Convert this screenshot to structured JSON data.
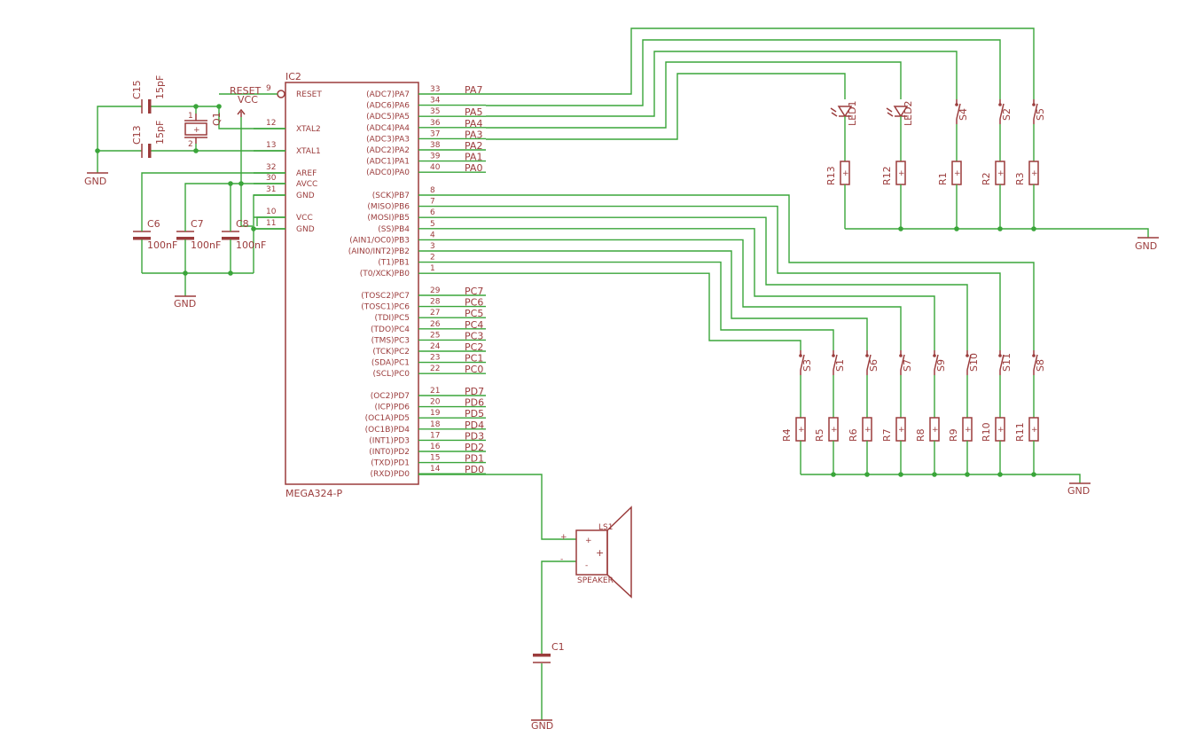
{
  "ic": {
    "name": "IC2",
    "part": "MEGA324-P",
    "left_pins": [
      {
        "num": "9",
        "name": "RESET"
      },
      {
        "num": "12",
        "name": "XTAL2"
      },
      {
        "num": "13",
        "name": "XTAL1"
      },
      {
        "num": "32",
        "name": "AREF"
      },
      {
        "num": "30",
        "name": "AVCC"
      },
      {
        "num": "31",
        "name": "GND"
      },
      {
        "num": "10",
        "name": "VCC"
      },
      {
        "num": "11",
        "name": "GND"
      }
    ],
    "right_pins": [
      {
        "num": "33",
        "name": "(ADC7)PA7",
        "net": "PA7"
      },
      {
        "num": "34",
        "name": "(ADC6)PA6",
        "net": ""
      },
      {
        "num": "35",
        "name": "(ADC5)PA5",
        "net": "PA5"
      },
      {
        "num": "36",
        "name": "(ADC4)PA4",
        "net": "PA4"
      },
      {
        "num": "37",
        "name": "(ADC3)PA3",
        "net": "PA3"
      },
      {
        "num": "38",
        "name": "(ADC2)PA2",
        "net": "PA2"
      },
      {
        "num": "39",
        "name": "(ADC1)PA1",
        "net": "PA1"
      },
      {
        "num": "40",
        "name": "(ADC0)PA0",
        "net": "PA0"
      },
      {
        "num": "8",
        "name": "(SCK)PB7",
        "net": ""
      },
      {
        "num": "7",
        "name": "(MISO)PB6",
        "net": ""
      },
      {
        "num": "6",
        "name": "(MOSI)PB5",
        "net": ""
      },
      {
        "num": "5",
        "name": "(SS)PB4",
        "net": ""
      },
      {
        "num": "4",
        "name": "(AIN1/OC0)PB3",
        "net": ""
      },
      {
        "num": "3",
        "name": "(AIN0/INT2)PB2",
        "net": ""
      },
      {
        "num": "2",
        "name": "(T1)PB1",
        "net": ""
      },
      {
        "num": "1",
        "name": "(T0/XCK)PB0",
        "net": ""
      },
      {
        "num": "29",
        "name": "(TOSC2)PC7",
        "net": "PC7"
      },
      {
        "num": "28",
        "name": "(TOSC1)PC6",
        "net": "PC6"
      },
      {
        "num": "27",
        "name": "(TDI)PC5",
        "net": "PC5"
      },
      {
        "num": "26",
        "name": "(TDO)PC4",
        "net": "PC4"
      },
      {
        "num": "25",
        "name": "(TMS)PC3",
        "net": "PC3"
      },
      {
        "num": "24",
        "name": "(TCK)PC2",
        "net": "PC2"
      },
      {
        "num": "23",
        "name": "(SDA)PC1",
        "net": "PC1"
      },
      {
        "num": "22",
        "name": "(SCL)PC0",
        "net": "PC0"
      },
      {
        "num": "21",
        "name": "(OC2)PD7",
        "net": "PD7"
      },
      {
        "num": "20",
        "name": "(ICP)PD6",
        "net": "PD6"
      },
      {
        "num": "19",
        "name": "(OC1A)PD5",
        "net": "PD5"
      },
      {
        "num": "18",
        "name": "(OC1B)PD4",
        "net": "PD4"
      },
      {
        "num": "17",
        "name": "(INT1)PD3",
        "net": "PD3"
      },
      {
        "num": "16",
        "name": "(INT0)PD2",
        "net": "PD2"
      },
      {
        "num": "15",
        "name": "(TXD)PD1",
        "net": "PD1"
      },
      {
        "num": "14",
        "name": "(RXD)PD0",
        "net": "PD0"
      }
    ]
  },
  "nets": {
    "reset": "RESET",
    "vcc": "VCC",
    "gnd": "GND"
  },
  "osc": {
    "c15": {
      "name": "C15",
      "value": "15pF"
    },
    "c13": {
      "name": "C13",
      "value": "15pF"
    },
    "q1": "Q1",
    "q1_pin1": "1",
    "q1_pin2": "2"
  },
  "decoupling": [
    {
      "name": "C6",
      "value": "100nF"
    },
    {
      "name": "C7",
      "value": "100nF"
    },
    {
      "name": "C8",
      "value": "100nF"
    }
  ],
  "port_a": [
    {
      "top": "LED1",
      "bottom": "R13"
    },
    {
      "top": "LED2",
      "bottom": "R12"
    },
    {
      "top": "S4",
      "bottom": "R1"
    },
    {
      "top": "S2",
      "bottom": "R2"
    },
    {
      "top": "S5",
      "bottom": "R3"
    }
  ],
  "port_b": [
    {
      "sw": "S3",
      "res": "R4"
    },
    {
      "sw": "S1",
      "res": "R5"
    },
    {
      "sw": "S6",
      "res": "R6"
    },
    {
      "sw": "S7",
      "res": "R7"
    },
    {
      "sw": "S9",
      "res": "R8"
    },
    {
      "sw": "S10",
      "res": "R9"
    },
    {
      "sw": "S11",
      "res": "R10"
    },
    {
      "sw": "S8",
      "res": "R11"
    }
  ],
  "speaker": {
    "name": "LS1",
    "label": "SPEAKER",
    "plus": "+",
    "minus": "-"
  },
  "c1": {
    "name": "C1"
  }
}
